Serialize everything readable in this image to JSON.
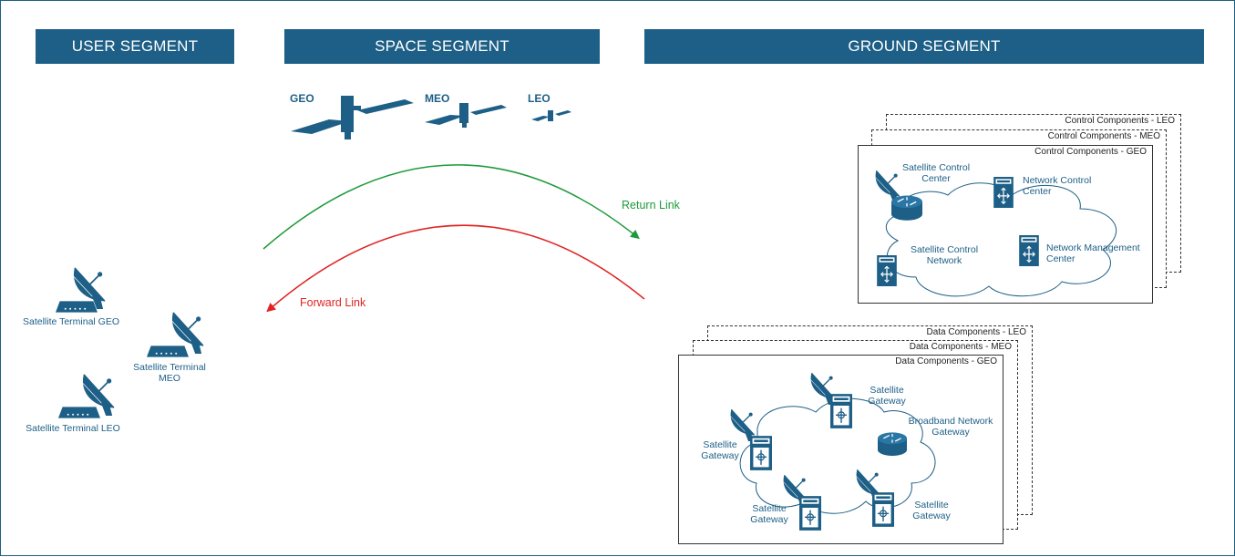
{
  "headers": {
    "user": "USER SEGMENT",
    "space": "SPACE SEGMENT",
    "ground": "GROUND SEGMENT"
  },
  "satellites": {
    "geo": "GEO",
    "meo": "MEO",
    "leo": "LEO"
  },
  "links": {
    "return": "Return Link",
    "forward": "Forward Link"
  },
  "terminals": {
    "geo": "Satellite Terminal GEO",
    "meo": "Satellite Terminal MEO",
    "leo": "Satellite Terminal LEO"
  },
  "control": {
    "leo_title": "Control Components - LEO",
    "meo_title": "Control Components - MEO",
    "geo_title": "Control Components - GEO",
    "sat_control_center": "Satellite Control Center",
    "network_control_center": "Network Control Center",
    "sat_control_network": "Satellite Control Network",
    "network_management_center": "Network Management Center"
  },
  "data": {
    "leo_title": "Data Components - LEO",
    "meo_title": "Data Components - MEO",
    "geo_title": "Data Components - GEO",
    "gw_top": "Satellite Gateway",
    "bng": "Broadband Network Gateway",
    "gw_left": "Satellite Gateway",
    "gw_bottom_left": "Satellite Gateway",
    "gw_bottom_right": "Satellite Gateway"
  },
  "colors": {
    "brand": "#1d5f86",
    "return_link": "#1e9a3a",
    "forward_link": "#e02424"
  }
}
